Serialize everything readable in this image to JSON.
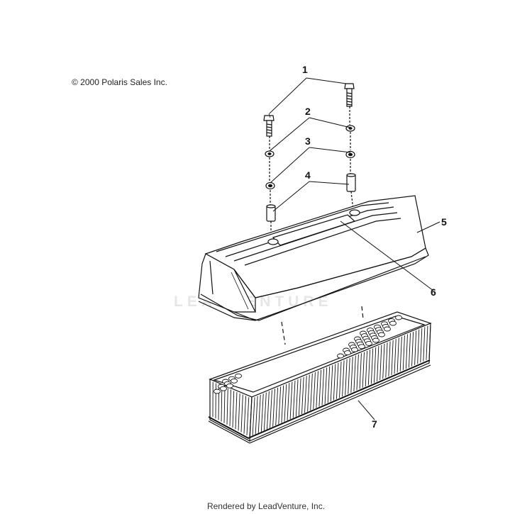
{
  "copyright": "© 2000 Polaris Sales Inc.",
  "footer": "Rendered by LeadVenture, Inc.",
  "watermark": "LEADVENTURE",
  "callouts": [
    "1",
    "2",
    "3",
    "4",
    "5",
    "6",
    "7"
  ],
  "colors": {
    "line": "#111111",
    "watermark": "#e6e6e6",
    "background": "#ffffff"
  }
}
